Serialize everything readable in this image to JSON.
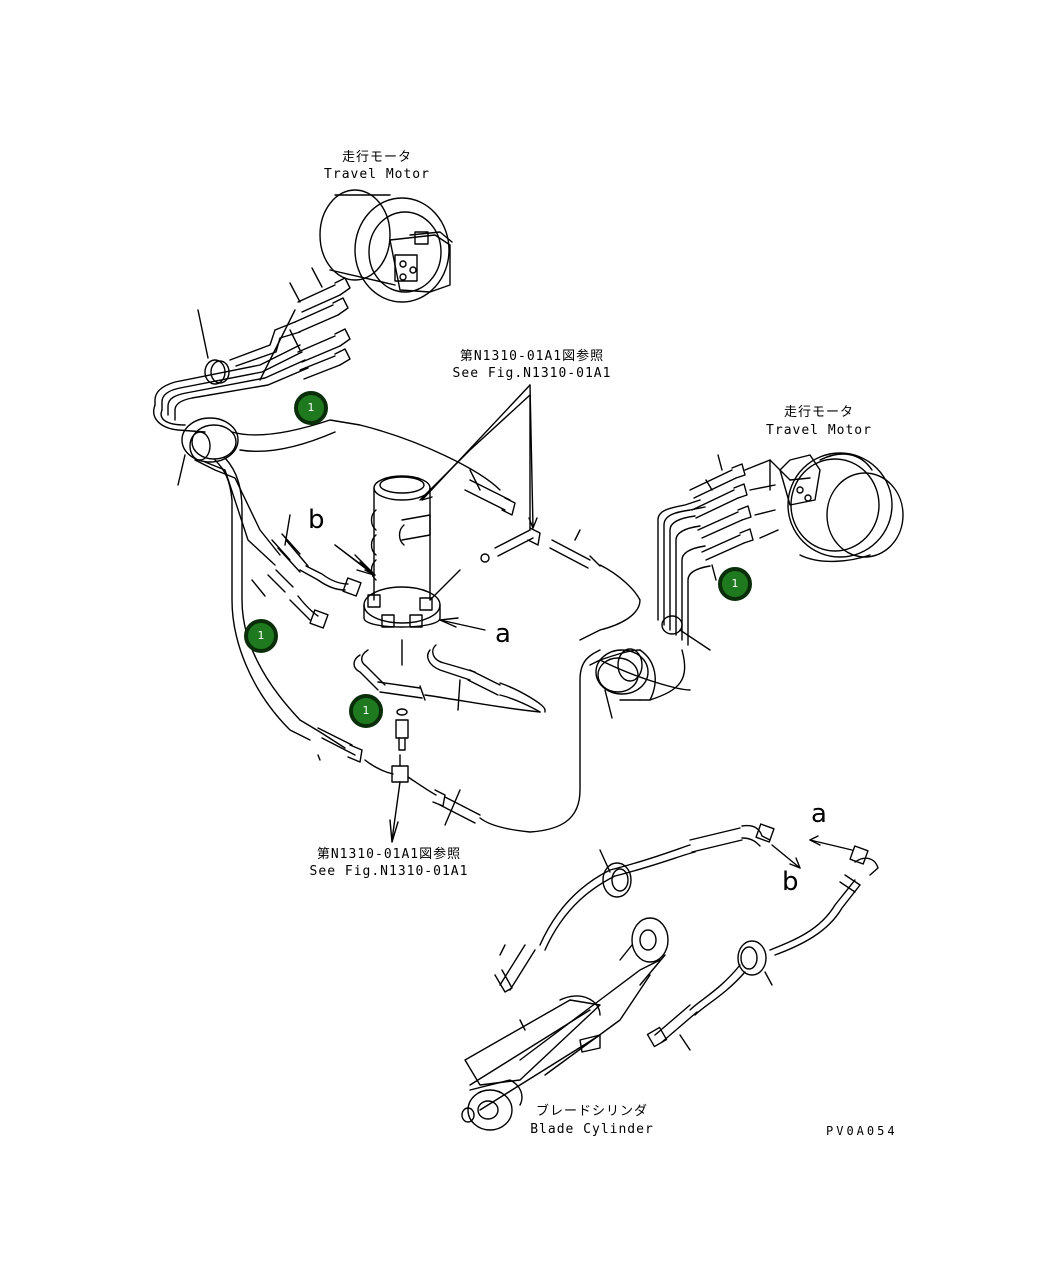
{
  "labels": {
    "travel_motor_top_jp": "走行モータ",
    "travel_motor_top_en": "Travel Motor",
    "travel_motor_right_jp": "走行モータ",
    "travel_motor_right_en": "Travel Motor",
    "see_fig_top_jp": "第N1310-01A1図参照",
    "see_fig_top_en": "See Fig.N1310-01A1",
    "see_fig_bottom_jp": "第N1310-01A1図参照",
    "see_fig_bottom_en": "See Fig.N1310-01A1",
    "blade_cylinder_jp": "ブレードシリンダ",
    "blade_cylinder_en": "Blade Cylinder",
    "view_a_main": "a",
    "view_b_main": "b",
    "view_a_inset": "a",
    "view_b_inset": "b",
    "figure_code": "PV0A054"
  },
  "markers": [
    {
      "number": "1"
    },
    {
      "number": "1"
    },
    {
      "number": "1"
    },
    {
      "number": "1"
    }
  ],
  "colors": {
    "marker_fill": "#1f7a1f",
    "marker_ring": "#0a2e0a",
    "line": "#000000"
  }
}
